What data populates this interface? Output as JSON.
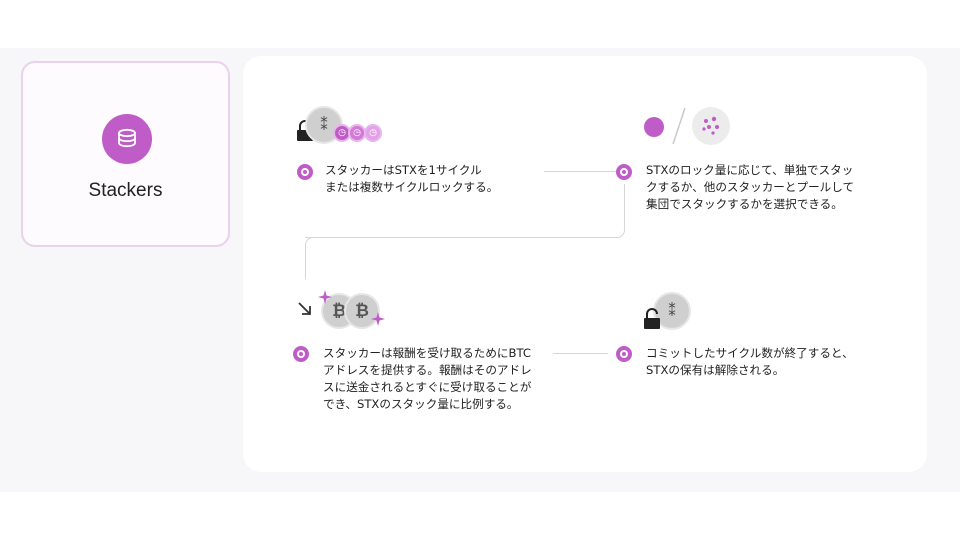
{
  "stackers_card": {
    "title": "Stackers",
    "icon": "coin-stack-icon"
  },
  "steps": [
    {
      "icon": "lock-stx-cycles-icon",
      "lines": [
        "スタッカーはSTXを1サイクル",
        "または複数サイクルロックする。"
      ]
    },
    {
      "icon": "solo-or-pool-icon",
      "lines": [
        "STXのロック量に応じて、単独でスタッ",
        "クするか、他のスタッカーとプールして",
        "集団でスタックするかを選択できる。"
      ]
    },
    {
      "icon": "btc-reward-icon",
      "lines": [
        "スタッカーは報酬を受け取るためにBTC",
        "アドレスを提供する。報酬はそのアドレ",
        "スに送金されるとすぐに受け取ることが",
        "でき、STXのスタック量に比例する。"
      ]
    },
    {
      "icon": "unlock-stx-icon",
      "lines": [
        "コミットしたサイクル数が終了すると、",
        "STXの保有は解除される。"
      ]
    }
  ],
  "colors": {
    "accent": "#c05cc8",
    "accent_light": "#e7b6ea",
    "coin_grey": "#cfcfcf"
  }
}
